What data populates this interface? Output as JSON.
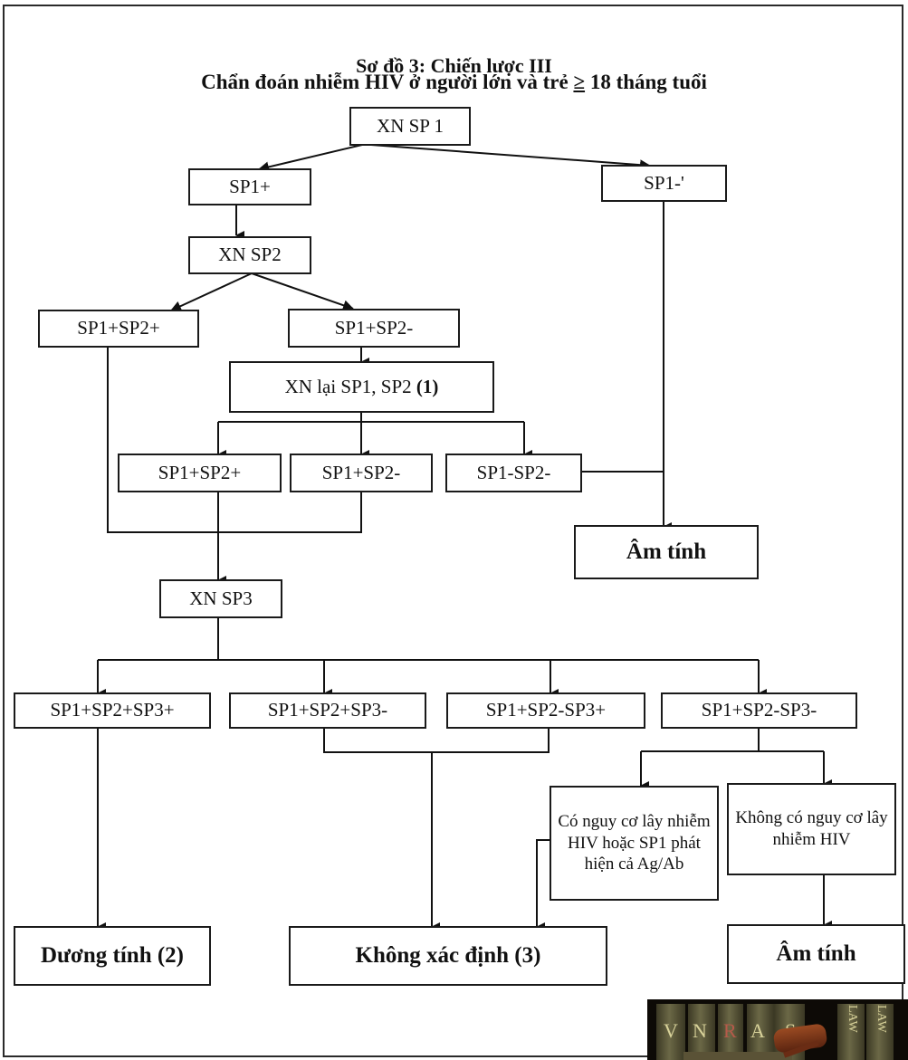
{
  "title": "Sơ đồ 3: Chiến lược III",
  "subtitle_prefix": "Chẩn đoán nhiễm HIV ở người lớn và trẻ ",
  "subtitle_symbol": "≥",
  "subtitle_suffix": " 18 tháng tuổi",
  "nodes": {
    "xn_sp1": "XN SP 1",
    "sp1_pos": "SP1+",
    "sp1_neg": "SP1-'",
    "xn_sp2": "XN SP2",
    "sp1p_sp2p_a": "SP1+SP2+",
    "sp1p_sp2n_a": "SP1+SP2-",
    "retest_prefix": "XN lại SP1, SP2 ",
    "retest_note": "(1)",
    "sp1p_sp2p_b": "SP1+SP2+",
    "sp1p_sp2n_b": "SP1+SP2-",
    "sp1n_sp2n": "SP1-SP2-",
    "negative_a": "Âm tính",
    "xn_sp3": "XN SP3",
    "r_ppp": "SP1+SP2+SP3+",
    "r_ppn": "SP1+SP2+SP3-",
    "r_pnp": "SP1+SP2-SP3+",
    "r_pnn": "SP1+SP2-SP3-",
    "at_risk": "Có nguy cơ lây nhiễm HIV hoặc SP1 phát hiện cả Ag/Ab",
    "no_risk": "Không có nguy cơ lây nhiễm HIV",
    "positive": "Dương tính (2)",
    "indeterminate": "Không xác định (3)",
    "negative_b": "Âm tính"
  },
  "watermark": {
    "letters": [
      "V",
      "N",
      "R",
      "A",
      "S"
    ],
    "accent_letter_index": 2,
    "vertical_words": [
      "LAW",
      "LAW"
    ],
    "accent_color": "#b55a4a",
    "letter_color": "#d8d29a"
  }
}
